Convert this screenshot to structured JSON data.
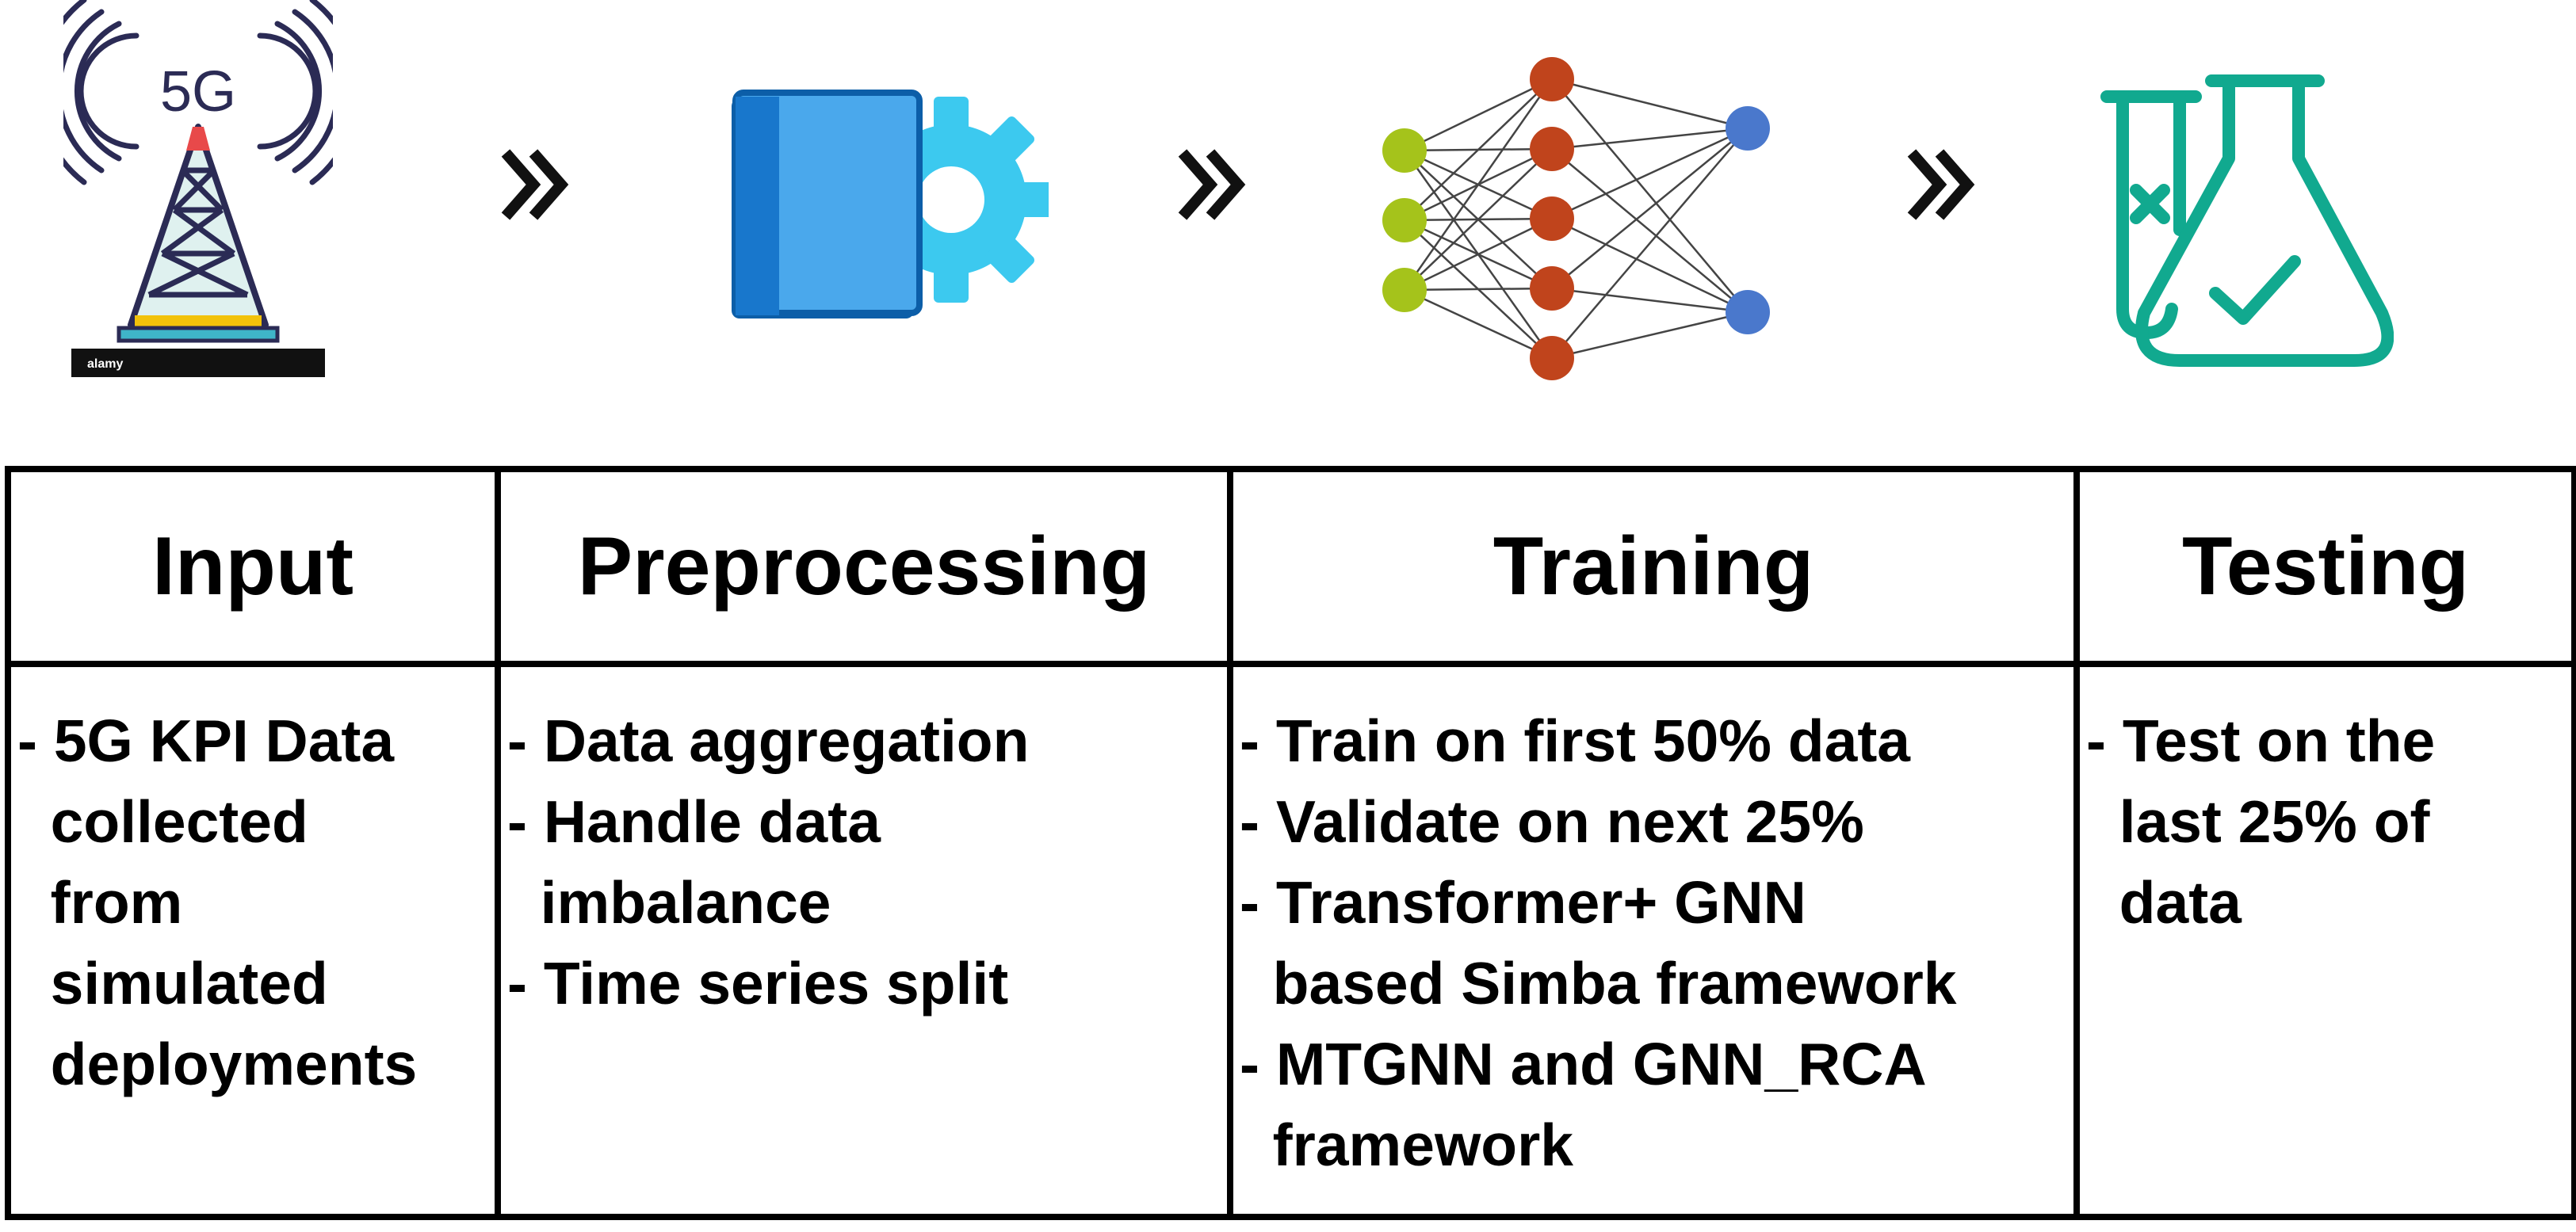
{
  "icons": {
    "tower": "5g-tower-icon",
    "tower_label": "5G",
    "tower_watermark": "alamy",
    "preprocessing": "book-gear-icon",
    "training": "neural-network-icon",
    "testing": "lab-flasks-icon",
    "arrow": "double-chevron-right-icon"
  },
  "colors": {
    "tower_stroke": "#2b2b55",
    "book_blue": "#2f8fdc",
    "gear_cyan": "#3cc9ef",
    "nn_input": "#a5c31b",
    "nn_hidden": "#c0441c",
    "nn_output": "#4a78cc",
    "flask_teal": "#11a98f"
  },
  "stages": [
    {
      "title": "Input",
      "lines": [
        "- 5G KPI Data",
        "  collected",
        "  from",
        "  simulated",
        "  deployments"
      ]
    },
    {
      "title": "Preprocessing",
      "lines": [
        "- Data aggregation",
        "- Handle data",
        "  imbalance",
        "- Time series split"
      ]
    },
    {
      "title": "Training",
      "lines": [
        "- Train on first 50% data",
        "- Validate on next 25%",
        "- Transformer+ GNN",
        "  based Simba framework",
        "- MTGNN and GNN_RCA",
        "  framework"
      ]
    },
    {
      "title": "Testing",
      "lines": [
        "- Test on the",
        "  last 25% of",
        "  data"
      ]
    }
  ]
}
